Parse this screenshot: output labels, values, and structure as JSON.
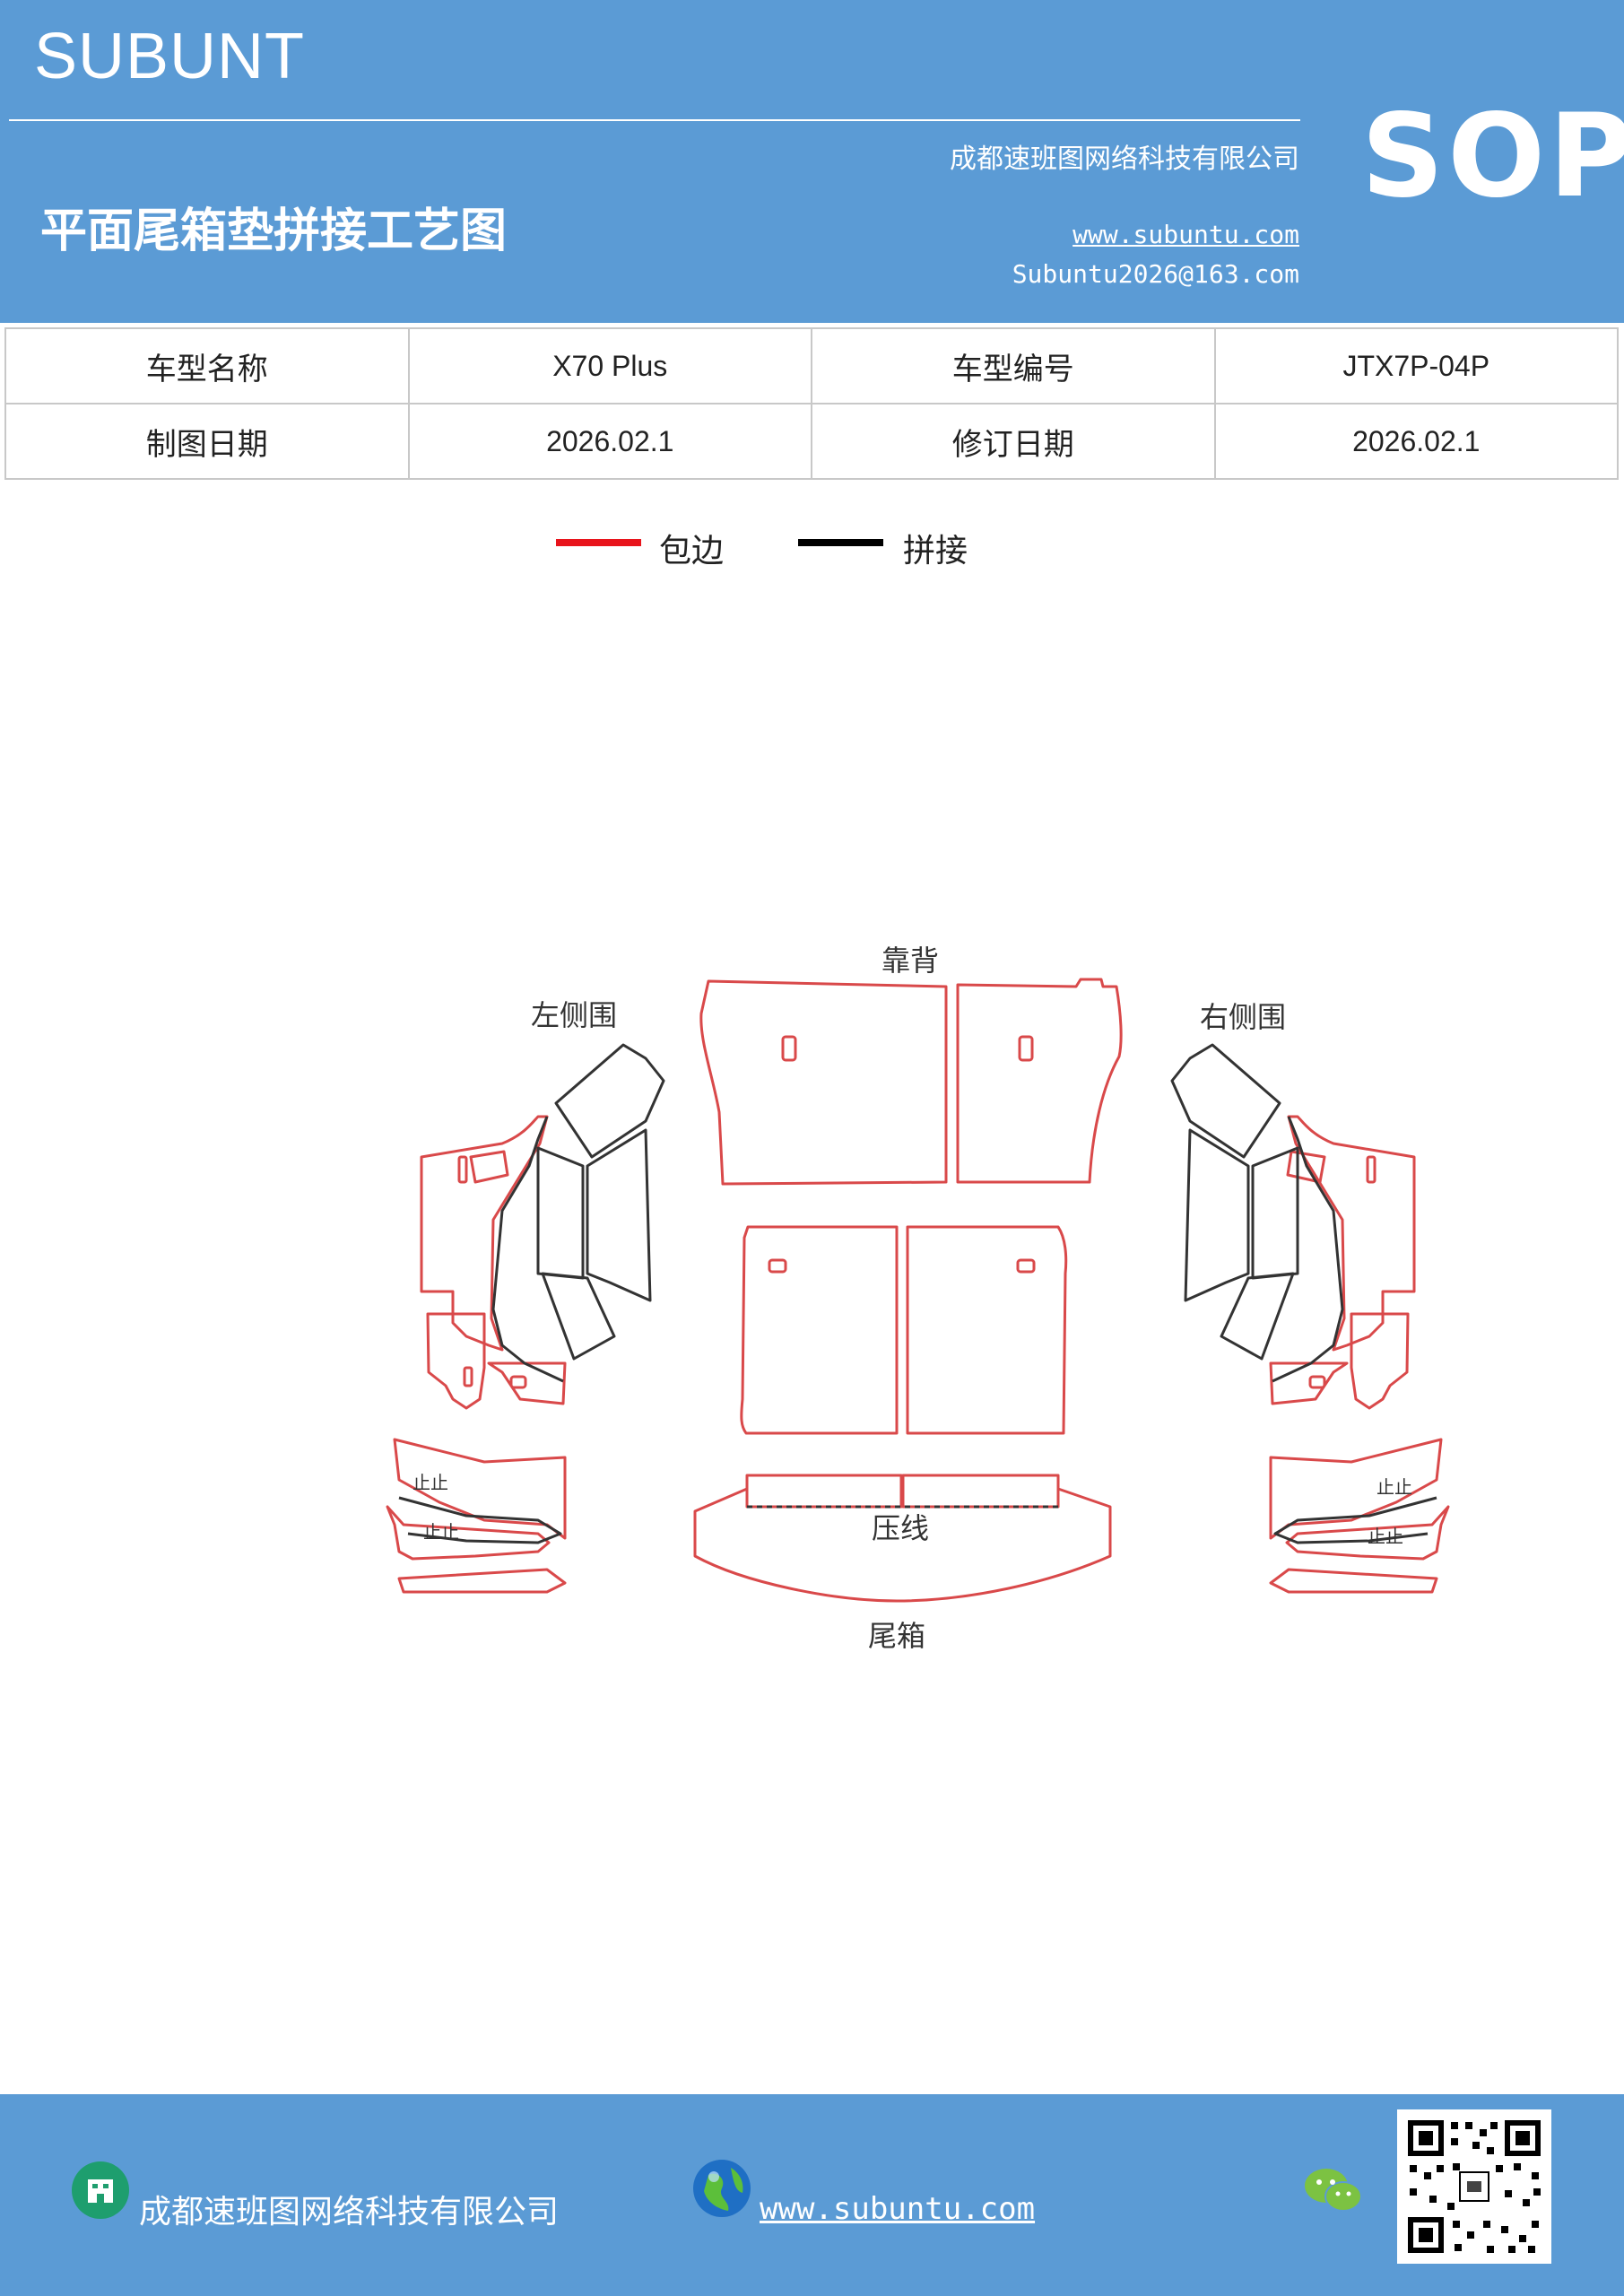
{
  "header": {
    "brand": "SUBUNT",
    "company": "成都速班图网络科技有限公司",
    "title": "平面尾箱垫拼接工艺图",
    "website": "www.subuntu.com",
    "email": "Subuntu2026@163.com",
    "sop": "SOP",
    "background_color": "#5b9bd5"
  },
  "info_table": {
    "rows": [
      {
        "label1": "车型名称",
        "value1": "X70  Plus",
        "label2": "车型编号",
        "value2": "JTX7P-04P"
      },
      {
        "label1": "制图日期",
        "value1": "2026.02.1",
        "label2": "修订日期",
        "value2": "2026.02.1"
      }
    ]
  },
  "legend": {
    "items": [
      {
        "label": "包边",
        "color": "#e8141c"
      },
      {
        "label": "拼接",
        "color": "#000000"
      }
    ]
  },
  "diagram": {
    "labels": {
      "backrest": "靠背",
      "left_side": "左侧围",
      "right_side": "右侧围",
      "press_line": "压线",
      "trunk": "尾箱"
    },
    "edge_color": "#d9494a",
    "seam_color": "#333333"
  },
  "footer": {
    "company": "成都速班图网络科技有限公司",
    "website": "www.subuntu.com",
    "icons": [
      "building-icon",
      "globe-icon",
      "wechat-icon",
      "qr-code"
    ]
  }
}
